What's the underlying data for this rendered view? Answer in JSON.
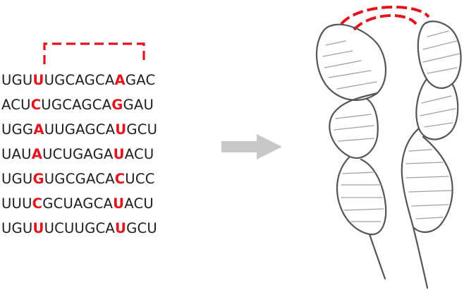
{
  "sequences": [
    {
      "pre": "UGU",
      "a": "U",
      "mid": "UGCAGCA",
      "b": "A",
      "post": "GAC"
    },
    {
      "pre": "ACU",
      "a": "C",
      "mid": "UGCAGCA",
      "b": "G",
      "post": "GAU"
    },
    {
      "pre": "UGG",
      "a": "A",
      "mid": "UUGAGCA",
      "b": "U",
      "post": "GCU"
    },
    {
      "pre": "UAU",
      "a": "A",
      "mid": "UCUGAGA",
      "b": "U",
      "post": "ACU"
    },
    {
      "pre": "UGU",
      "a": "G",
      "mid": "UGCGACA",
      "b": "C",
      "post": "UCC"
    },
    {
      "pre": "UUU",
      "a": "C",
      "mid": "GCUAGCA",
      "b": "U",
      "post": "ACU"
    },
    {
      "pre": "UGU",
      "a": "U",
      "mid": "UCUUGCA",
      "b": "U",
      "post": "GCU"
    }
  ],
  "colors": {
    "highlight": "#e3141b",
    "text": "#1f1f1f",
    "arrow": "#c8c8c8",
    "outline": "#555555",
    "hatch": "#a0a0a0"
  },
  "icons": {
    "arrow": "right-arrow-icon",
    "rna": "rna-tertiary-structure-icon",
    "bracket": "covariation-bracket-icon"
  }
}
